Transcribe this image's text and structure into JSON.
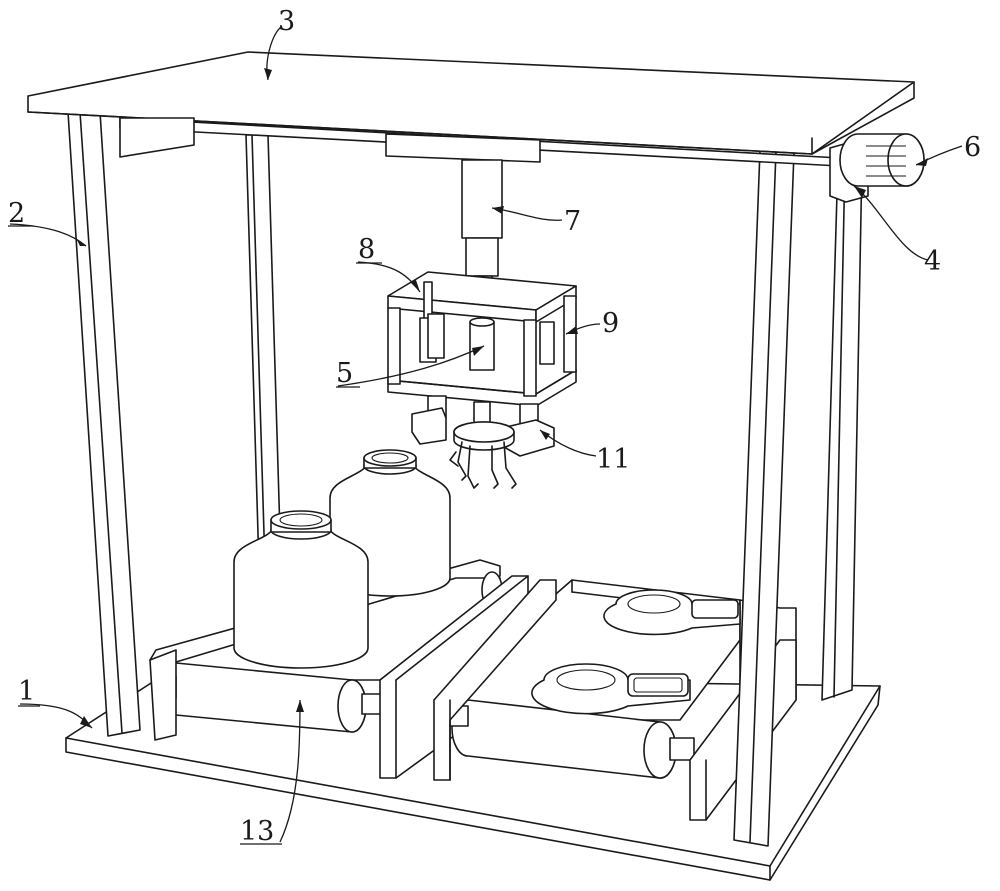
{
  "labels": {
    "l1": "1",
    "l2": "2",
    "l3": "3",
    "l4": "4",
    "l5": "5",
    "l6": "6",
    "l7": "7",
    "l8": "8",
    "l9": "9",
    "l11": "11",
    "l13": "13"
  }
}
